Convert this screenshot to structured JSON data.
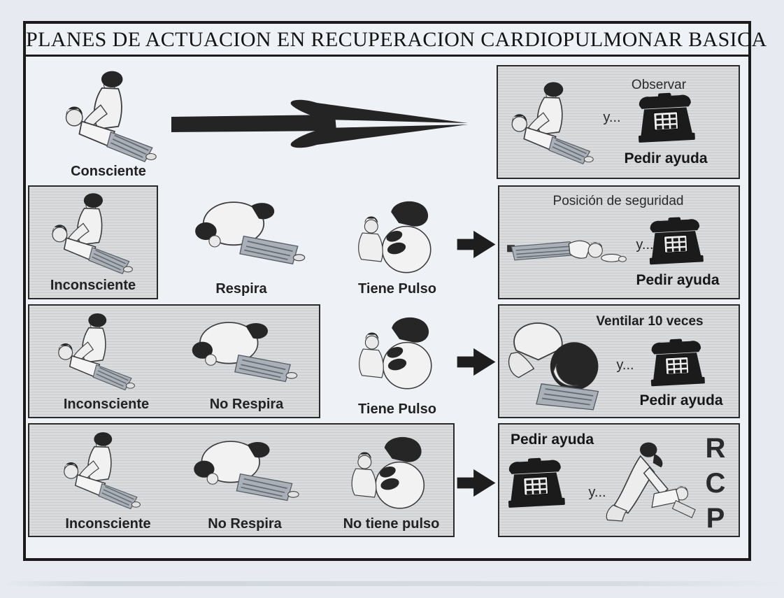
{
  "title": "PLANES DE ACTUACION EN RECUPERACION CARDIOPULMONAR BASICA",
  "rows": {
    "row1": {
      "condition": "Consciente",
      "action": {
        "title": "Observar",
        "connector": "y...",
        "help": "Pedir ayuda"
      }
    },
    "row2": {
      "cond1": "Inconsciente",
      "cond2": "Respira",
      "cond3": "Tiene Pulso",
      "action": {
        "title": "Posición de seguridad",
        "connector": "y...",
        "help": "Pedir ayuda"
      }
    },
    "row3": {
      "cond1": "Inconsciente",
      "cond2": "No Respira",
      "cond3": "Tiene Pulso",
      "action": {
        "title": "Ventilar 10 veces",
        "connector": "y...",
        "help": "Pedir ayuda"
      }
    },
    "row4": {
      "cond1": "Inconsciente",
      "cond2": "No Respira",
      "cond3": "No tiene pulso",
      "action": {
        "help": "Pedir ayuda",
        "connector": "y...",
        "rcp_r": "R",
        "rcp_c": "C",
        "rcp_p": "P"
      }
    }
  },
  "icons": {
    "telephone": "desk-telephone",
    "long_arrow": "long-right-flow-arrow",
    "short_arrow": "block-right-arrow"
  },
  "illustrations": {
    "check_consciousness": "rescuer-kneeling-shaking-patient",
    "check_breathing": "rescuer-ear-to-mouth",
    "check_pulse": "rescuer-checking-carotid-pulse",
    "recovery_position": "patient-lying-on-side",
    "ventilation": "mouth-to-mouth-head-tilt",
    "cpr": "rescuer-chest-compressions"
  },
  "colors": {
    "page_bg": "#e7ebf1",
    "frame_bg": "#eef1f6",
    "frame_border": "#1b1b1b",
    "box_bg": "#d2d4d7",
    "box_border": "#2a2a2a",
    "ink": "#1d1d1d"
  }
}
